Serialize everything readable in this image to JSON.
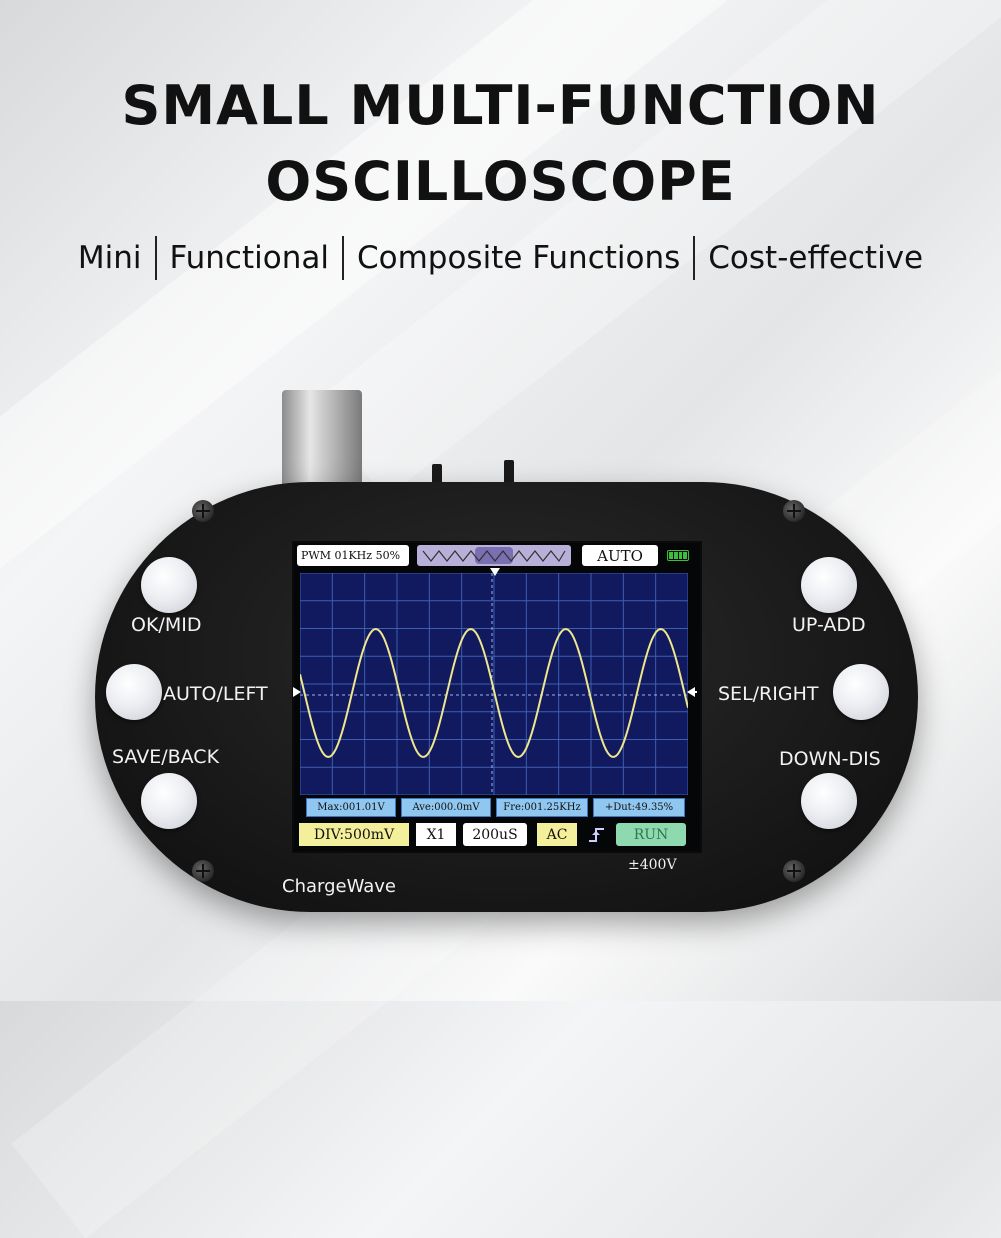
{
  "headline": {
    "line1": "SMALL MULTI-FUNCTION",
    "line2": "OSCILLOSCOPE"
  },
  "tags": [
    "Mini",
    "Functional",
    "Composite Functions",
    "Cost-effective"
  ],
  "device": {
    "brand": "ChargeWave",
    "voltage_range": "±400V",
    "buttons": {
      "ok_mid": "OK/MID",
      "auto_left": "AUTO/LEFT",
      "save_back": "SAVE/BACK",
      "up_add": "UP-ADD",
      "sel_right": "SEL/RIGHT",
      "down_dis": "DOWN-DIS"
    }
  },
  "screen": {
    "wave_mode": "PWM 01KHz 50%",
    "trigger_mode": "AUTO",
    "battery_level": 1.0,
    "measurements": {
      "max": "Max:001.01V",
      "ave": "Ave:000.0mV",
      "fre": "Fre:001.25KHz",
      "dut": "+Dut:49.35%"
    },
    "status": {
      "div": "DIV:500mV",
      "probe": "X1",
      "timebase": "200uS",
      "coupling": "AC",
      "run": "RUN"
    }
  },
  "colors": {
    "plot_bg": "#111a5e",
    "grid": "#3d5fb0",
    "trace": "#f0e68c",
    "div_box": "#f3ef9a",
    "run_box": "#8fd9b0",
    "body": "#161616"
  }
}
